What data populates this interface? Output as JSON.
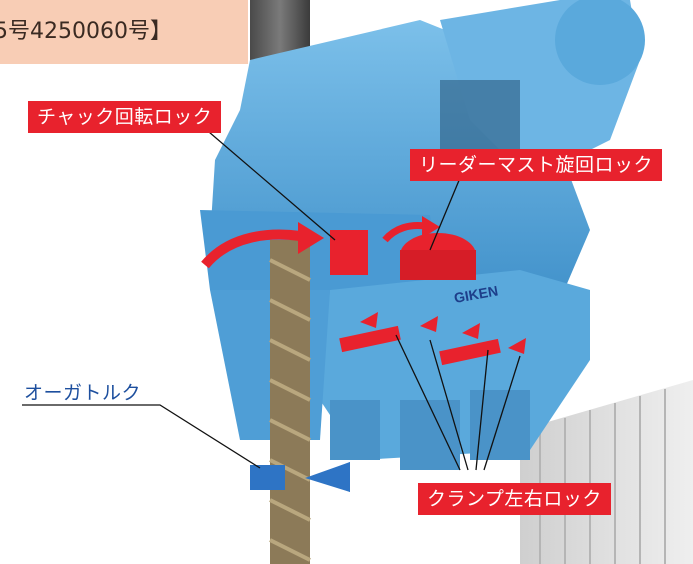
{
  "patent_text": "5号4250060号】",
  "labels": {
    "chuck_rotation_lock": "チャック回転ロック",
    "leader_mast_swivel_lock": "リーダーマスト旋回ロック",
    "auger_torque": "オーガトルク",
    "clamp_lr_lock": "クランプ左右ロック",
    "brand": "GIKEN"
  },
  "colors": {
    "machine_blue": "#5aa9dc",
    "lock_red": "#e8222d",
    "label_red_bg": "#e8222d",
    "patent_bg": "#f8cdb5",
    "auger_label": "#1d4f9e"
  }
}
